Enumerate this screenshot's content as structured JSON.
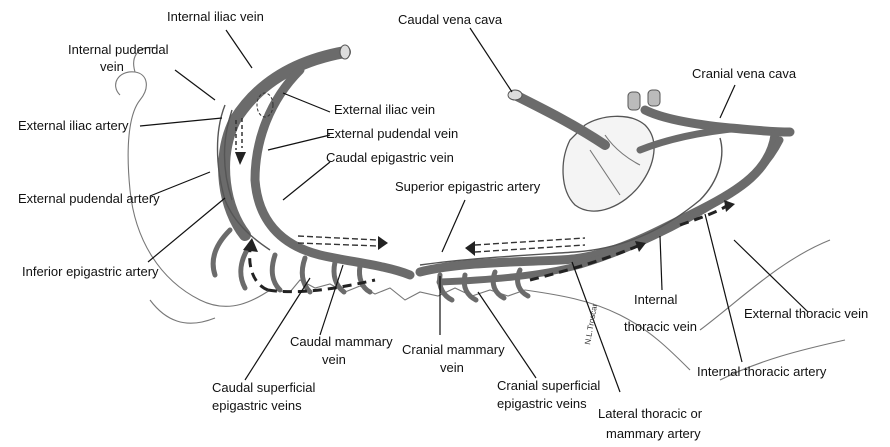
{
  "labels": {
    "internal_iliac_vein": "Internal iliac vein",
    "internal_pudendal_vein_1": "Internal pudendal",
    "internal_pudendal_vein_2": "vein",
    "external_iliac_artery": "External iliac artery",
    "external_iliac_vein": "External iliac vein",
    "external_pudendal_vein": "External pudendal vein",
    "caudal_epigastric_vein": "Caudal epigastric vein",
    "external_pudendal_artery": "External pudendal artery",
    "inferior_epigastric_artery": "Inferior epigastric artery",
    "caudal_mammary_vein_1": "Caudal mammary",
    "caudal_mammary_vein_2": "vein",
    "caudal_superficial_1": "Caudal superficial",
    "caudal_superficial_2": "epigastric veins",
    "caudal_vena_cava": "Caudal vena cava",
    "cranial_vena_cava": "Cranial vena cava",
    "superior_epigastric_artery": "Superior epigastric artery",
    "cranial_mammary_vein_1": "Cranial mammary",
    "cranial_mammary_vein_2": "vein",
    "cranial_superficial_1": "Cranial superficial",
    "cranial_superficial_2": "epigastric veins",
    "lateral_thoracic_1": "Lateral thoracic or",
    "lateral_thoracic_2": "mammary artery",
    "internal_thoracic_vein_1": "Internal",
    "internal_thoracic_vein_2": "thoracic vein",
    "internal_thoracic_artery": "Internal thoracic artery",
    "external_thoracic_vein": "External thoracic vein"
  },
  "signature": "N.L.Troscar",
  "colors": {
    "vein": "#6b6b6b",
    "text": "#111111",
    "background": "#ffffff"
  }
}
